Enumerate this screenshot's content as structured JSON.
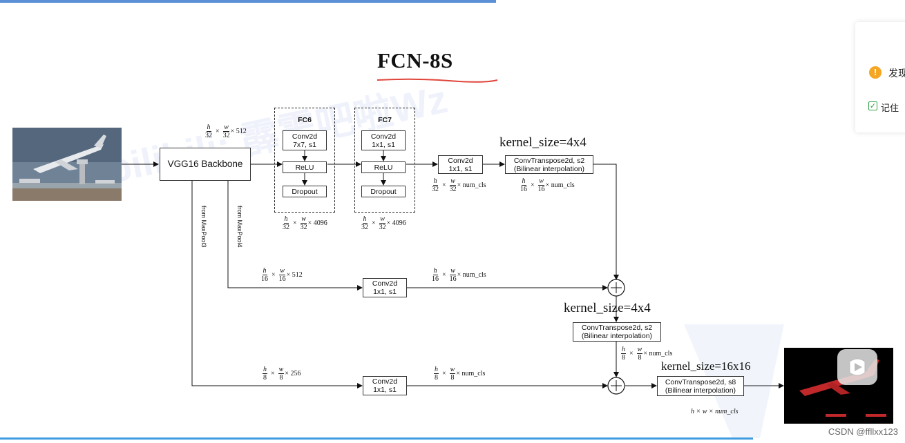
{
  "title": "FCN-8S",
  "watermark": "bilibili: 霹雳吧啦Wz",
  "blocks": {
    "backbone": "VGG16 Backbone",
    "fc6": {
      "title": "FC6",
      "conv": "Conv2d\n7x7, s1",
      "relu": "ReLU",
      "dropout": "Dropout"
    },
    "fc7": {
      "title": "FC7",
      "conv": "Conv2d\n1x1, s1",
      "relu": "ReLU",
      "dropout": "Dropout"
    },
    "conv_top": "Conv2d\n1x1, s1",
    "convT_top": "ConvTranspose2d, s2\n(Bilinear interpolation)",
    "conv_pool4": "Conv2d\n1x1, s1",
    "convT_mid": "ConvTranspose2d, s2\n(Bilinear interpolation)",
    "conv_pool3": "Conv2d\n1x1, s1",
    "convT_final": "ConvTranspose2d, s8\n(Bilinear interpolation)"
  },
  "kernel_labels": {
    "top": "kernel_size=4x4",
    "mid": "kernel_size=4x4",
    "final": "kernel_size=16x16"
  },
  "branch_labels": {
    "pool3": "from MaxPool3",
    "pool4": "from MaxPool4"
  },
  "shapes": {
    "backbone_out": {
      "h": "h",
      "hd": "32",
      "w": "w",
      "wd": "32",
      "rest": "× 512"
    },
    "fc6_out": {
      "h": "h",
      "hd": "32",
      "w": "w",
      "wd": "32",
      "rest": "× 4096"
    },
    "fc7_out": {
      "h": "h",
      "hd": "32",
      "w": "w",
      "wd": "32",
      "rest": "× 4096"
    },
    "conv_top_out": {
      "h": "h",
      "hd": "32",
      "w": "w",
      "wd": "32",
      "rest": "× num_cls"
    },
    "convT_top_out": {
      "h": "h",
      "hd": "16",
      "w": "w",
      "wd": "16",
      "rest": "× num_cls"
    },
    "pool4_in": {
      "h": "h",
      "hd": "16",
      "w": "w",
      "wd": "16",
      "rest": "× 512"
    },
    "pool4_out": {
      "h": "h",
      "hd": "16",
      "w": "w",
      "wd": "16",
      "rest": "× num_cls"
    },
    "convT_mid_out": {
      "h": "h",
      "hd": "8",
      "w": "w",
      "wd": "8",
      "rest": "× num_cls"
    },
    "pool3_in": {
      "h": "h",
      "hd": "8",
      "w": "w",
      "wd": "8",
      "rest": "× 256"
    },
    "pool3_out": {
      "h": "h",
      "hd": "8",
      "w": "w",
      "wd": "8",
      "rest": "× num_cls"
    }
  },
  "final_shape": "h × w × num_cls",
  "popup": {
    "line1": "发现",
    "line2": "记住"
  },
  "footer": "CSDN @ffllxx123",
  "colors": {
    "accent_underline": "#e0453a",
    "topbar": "#5b8fd6",
    "warn": "#f5a623",
    "check": "#2ea043"
  }
}
